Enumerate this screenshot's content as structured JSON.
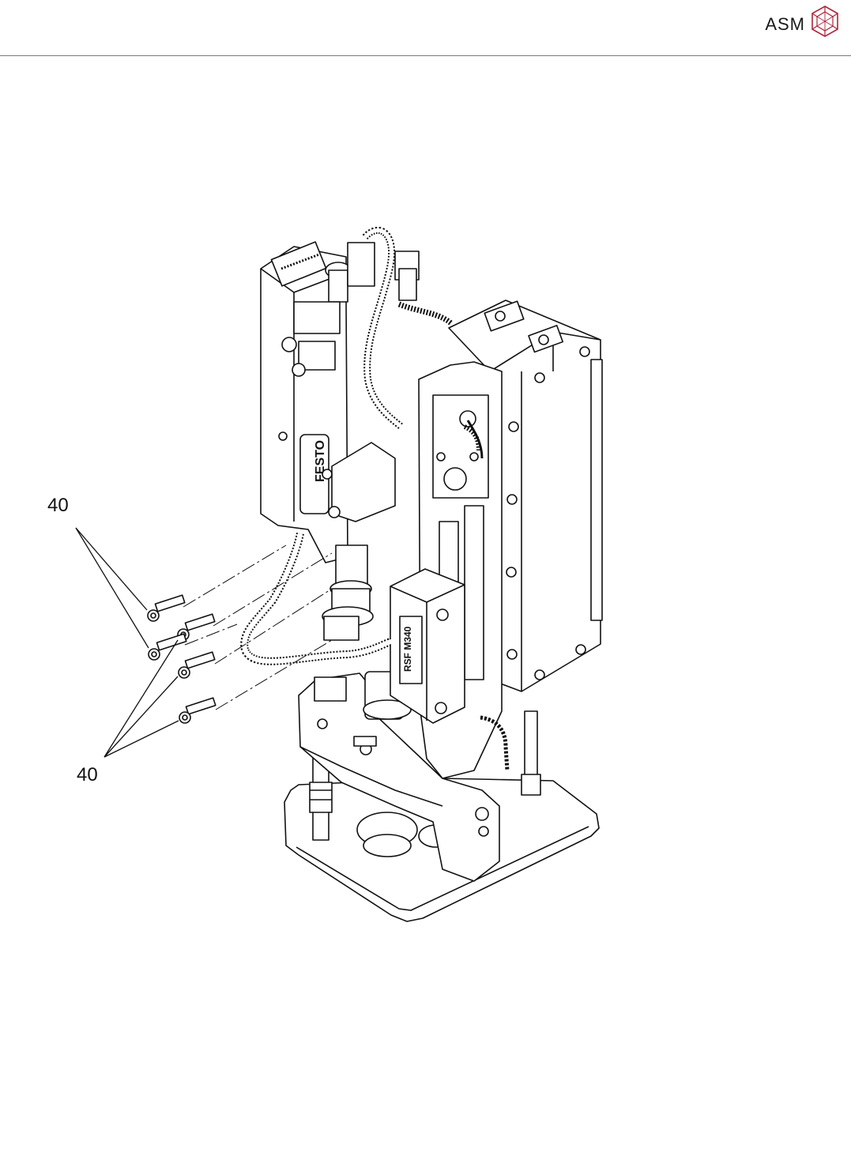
{
  "header": {
    "brand_name": "ASM",
    "logo_icon": "asm-cube-logo"
  },
  "diagram": {
    "callouts": [
      {
        "label": "40",
        "points_to": "upper screw"
      },
      {
        "label": "40",
        "points_to": "three lower screws"
      }
    ],
    "part_labels": {
      "valve_marking": "FESTO",
      "sensor_marking": "RSF M340"
    }
  }
}
